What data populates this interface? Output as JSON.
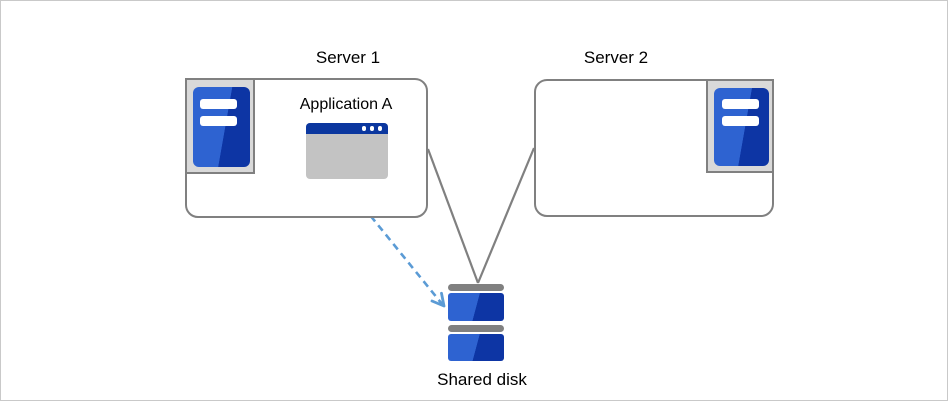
{
  "diagram": {
    "title_implied": "Two servers with shared disk",
    "server1": {
      "label": "Server 1",
      "application": {
        "label": "Application A"
      }
    },
    "server2": {
      "label": "Server 2"
    },
    "shared_disk": {
      "label": "Shared disk"
    },
    "connections": [
      {
        "from": "Server 1",
        "to": "Shared disk",
        "style": "solid gray line"
      },
      {
        "from": "Server 2",
        "to": "Shared disk",
        "style": "solid gray line"
      },
      {
        "from": "Application A",
        "to": "Shared disk",
        "style": "dashed blue arrow"
      }
    ]
  },
  "icons": {
    "server1_icon": "server-tower-icon",
    "server2_icon": "server-tower-icon",
    "application_icon": "application-window-icon",
    "disk_icon": "shared-disk-icon"
  },
  "colors": {
    "canvas_border": "#c9c9c9",
    "box_border": "#808080",
    "connector": "#808080",
    "icon_bg": "#d9d9d9",
    "blue_light": "#2e63d1",
    "blue_dark": "#0d35a4",
    "titlebar_blue": "#0b379f",
    "window_body": "#c3c3c3",
    "arrow_blue": "#5b9bd5",
    "text": "#000000"
  }
}
